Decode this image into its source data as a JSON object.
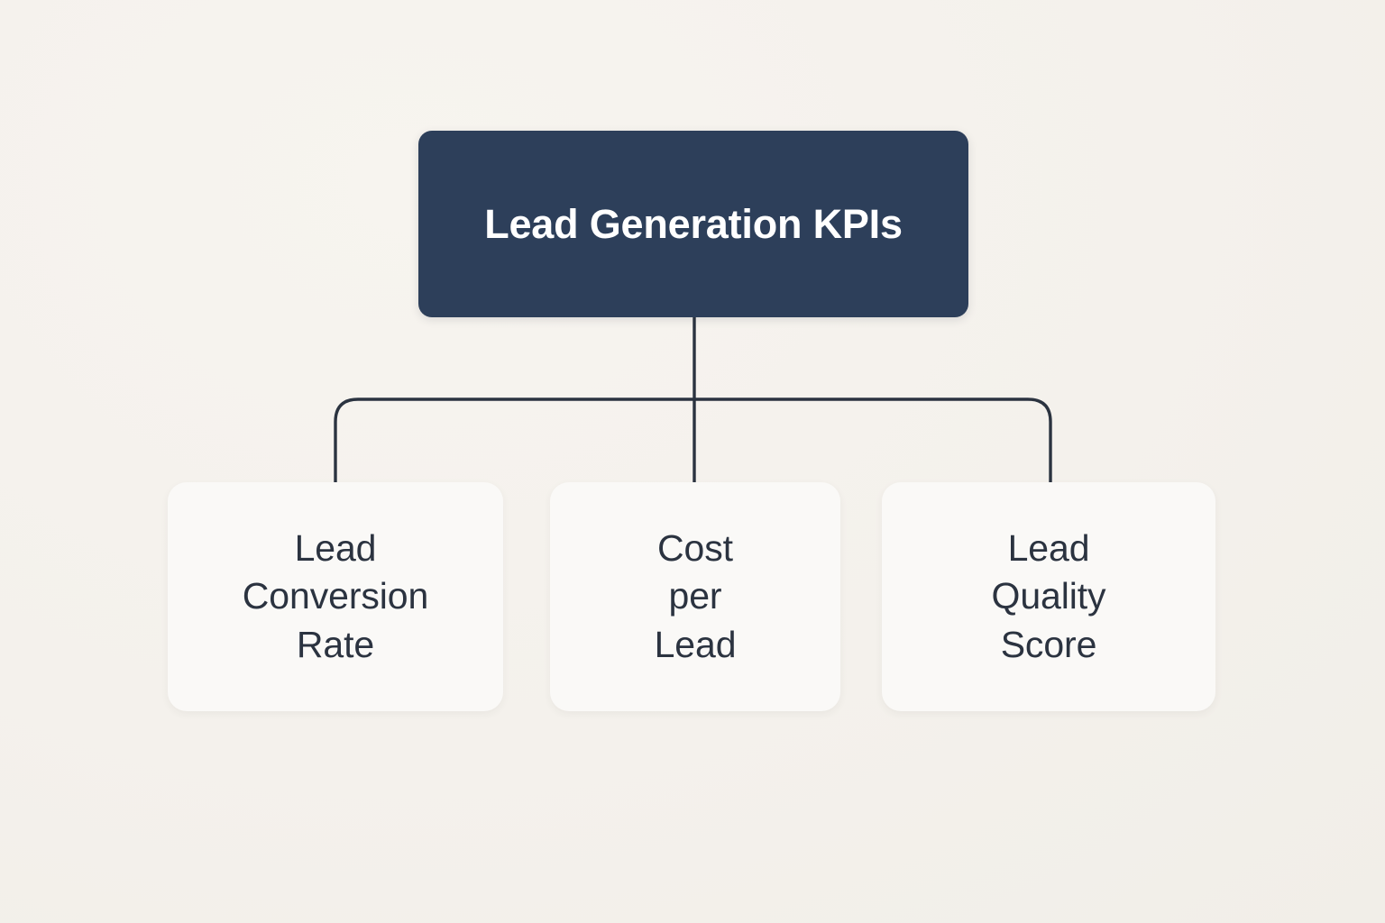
{
  "diagram": {
    "type": "hierarchy-tree",
    "orientation": "top-down",
    "background_color": "#f4f1ec",
    "connector_color": "#2b3340",
    "root": {
      "label": "Lead Generation KPIs",
      "background_color": "#2d3f5a",
      "text_color": "#ffffff"
    },
    "children": [
      {
        "label": "Lead\nConversion\nRate",
        "background_color": "#faf9f7",
        "text_color": "#2b3340"
      },
      {
        "label": "Cost\nper\nLead",
        "background_color": "#faf9f7",
        "text_color": "#2b3340"
      },
      {
        "label": "Lead\nQuality\nScore",
        "background_color": "#faf9f7",
        "text_color": "#2b3340"
      }
    ]
  }
}
